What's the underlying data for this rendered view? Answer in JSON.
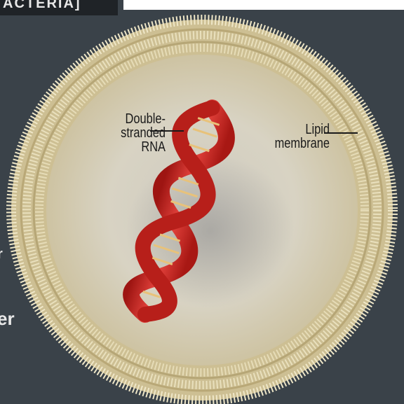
{
  "header": {
    "text": "ACTERIA]"
  },
  "left_text": {
    "line1": "r",
    "line2": "er"
  },
  "labels": {
    "rna": [
      "Double-",
      "stranded",
      "RNA"
    ],
    "lipid": [
      "Lipid",
      "membrane"
    ]
  },
  "colors": {
    "background": "#3a4249",
    "membrane": "#d8cfae",
    "interior": "#d6d1c4",
    "rna": "#cc2a25"
  }
}
